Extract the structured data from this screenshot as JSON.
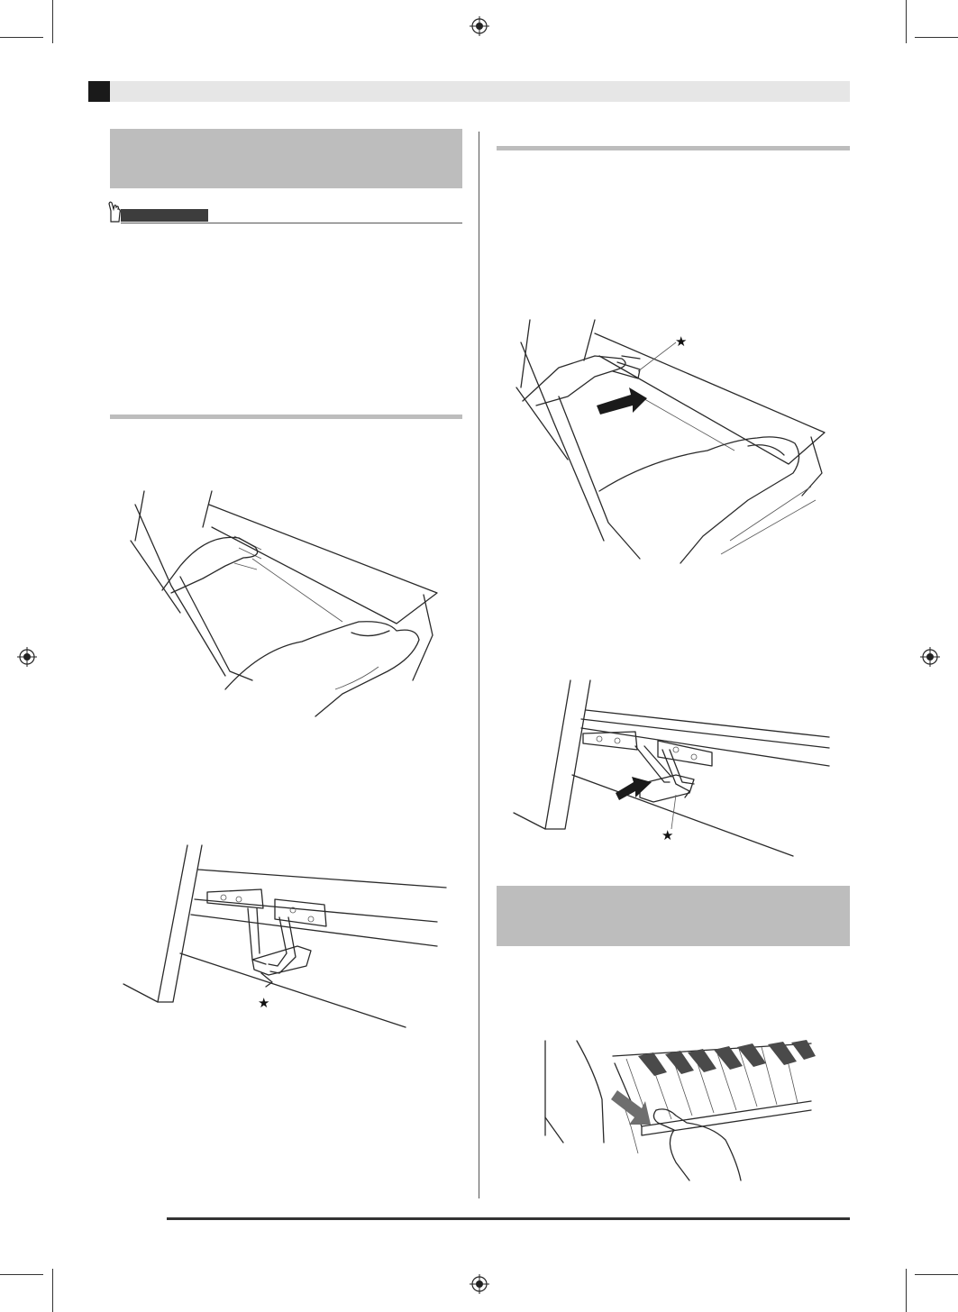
{
  "header": {
    "section_label": ""
  },
  "left_column": {
    "section_heading": "",
    "important": {
      "label": "",
      "notes": []
    },
    "subsection_title": "",
    "instructions": [],
    "illustration_1_icon": "hands-lowering-keyboard-lid-illustration",
    "illustration_2_icon": "pedal-cord-bracket-illustration",
    "star_marker": "★"
  },
  "right_column": {
    "subsection_title": "",
    "instructions": [],
    "illustration_1_icon": "hands-installing-lid-bracket-illustration",
    "illustration_2_icon": "pedal-cord-insertion-illustration",
    "star_marker_1": "★",
    "star_marker_2": "★",
    "section_heading": "",
    "illustration_3_icon": "finger-pressing-keyboard-key-illustration"
  },
  "footer": {
    "page_number": ""
  }
}
